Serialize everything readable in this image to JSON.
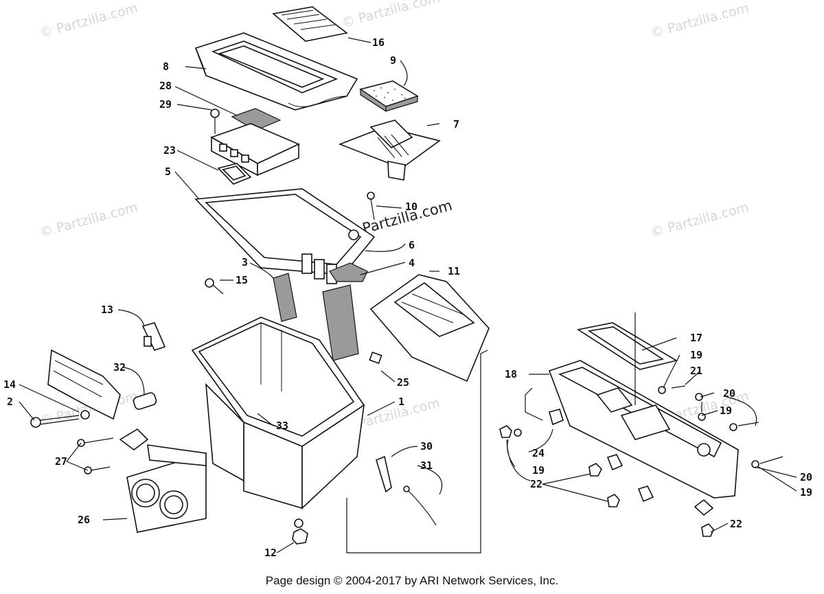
{
  "watermark": "© Partzilla.com",
  "watermark_center": "Partzilla.com",
  "footer": "Page design © 2004-2017 by ARI Network Services, Inc.",
  "callouts": {
    "c1": "1",
    "c2": "2",
    "c3": "3",
    "c4": "4",
    "c5": "5",
    "c6": "6",
    "c7": "7",
    "c8": "8",
    "c9": "9",
    "c10": "10",
    "c11": "11",
    "c12": "12",
    "c13": "13",
    "c14": "14",
    "c15": "15",
    "c16": "16",
    "c17": "17",
    "c18": "18",
    "c19a": "19",
    "c19b": "19",
    "c19c": "19",
    "c19d": "19",
    "c20a": "20",
    "c20b": "20",
    "c21": "21",
    "c22a": "22",
    "c22b": "22",
    "c23": "23",
    "c24": "24",
    "c25": "25",
    "c26": "26",
    "c27": "27",
    "c28": "28",
    "c29": "29",
    "c30": "30",
    "c31": "31",
    "c32": "32",
    "c33": "33"
  },
  "colors": {
    "line": "#111111",
    "watermark": "#d6d6d6",
    "background": "#ffffff"
  }
}
